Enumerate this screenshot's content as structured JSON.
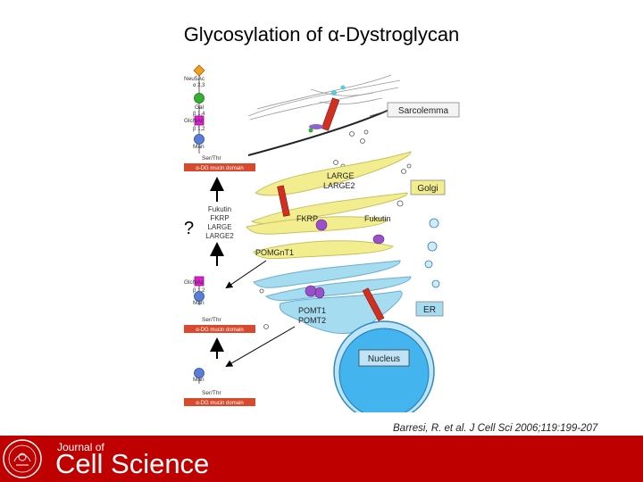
{
  "title": "Glycosylation of α-Dystroglycan",
  "glycan_chain": {
    "sugars": [
      {
        "name": "Neu5Ac",
        "linkage": "α 2,3",
        "shape": "diamond",
        "color": "#f0a020"
      },
      {
        "name": "Gal",
        "linkage": "β 1,4",
        "shape": "circle",
        "color": "#36b030"
      },
      {
        "name": "GlcNAc",
        "linkage": "β 1,2",
        "shape": "square",
        "color": "#e020d0"
      },
      {
        "name": "Man",
        "linkage": "",
        "shape": "circle",
        "color": "#5a7ed8"
      }
    ],
    "anchor": "Ser/Thr",
    "domain": "α-DG mucin domain"
  },
  "intermediate_chain": {
    "sugars": [
      {
        "name": "GlcNAc",
        "linkage": "β 1,2",
        "shape": "square",
        "color": "#e020d0"
      },
      {
        "name": "Man",
        "linkage": "",
        "shape": "circle",
        "color": "#5a7ed8"
      }
    ],
    "anchor": "Ser/Thr",
    "domain": "α-DG mucin domain"
  },
  "base_chain": {
    "sugars": [
      {
        "name": "Man",
        "linkage": "",
        "shape": "circle",
        "color": "#5a7ed8"
      }
    ],
    "anchor": "Ser/Thr",
    "domain": "α-DG mucin domain"
  },
  "unknown_step": {
    "symbol": "?",
    "enzymes": [
      "Fukutin",
      "FKRP",
      "LARGE",
      "LARGE2"
    ]
  },
  "compartments": {
    "sarcolemma": "Sarcolemma",
    "golgi": "Golgi",
    "er": "ER",
    "nucleus": "Nucleus"
  },
  "enzymes": {
    "large": "LARGE",
    "large2": "LARGE2",
    "fkrp": "FKRP",
    "fukutin": "Fukutin",
    "pomgnt1": "POMGnT1",
    "pomt1": "POMT1",
    "pomt2": "POMT2"
  },
  "colors": {
    "golgi": "#f2ee90",
    "er": "#a6dcf0",
    "nucleus": "#44b4ee",
    "enzyme": "#9a50c8",
    "domain_box": "#d84a2e",
    "protein": "#d03020",
    "footer": "#bf0000"
  },
  "citation": "Barresi, R. et al. J Cell Sci 2006;119:199-207",
  "footer": {
    "journal_of": "Journal of",
    "journal_name": "Cell Science",
    "seal_text": "THE COMPANY OF BIOLOGISTS"
  }
}
